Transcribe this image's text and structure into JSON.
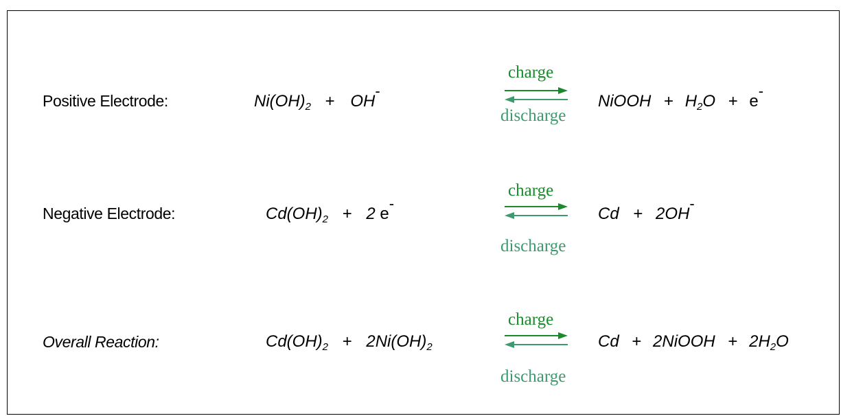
{
  "colors": {
    "charge": "#1a8a2c",
    "discharge": "#3c9a6e",
    "frame": "#000000"
  },
  "reactions": [
    {
      "label": "Positive Electrode:",
      "label_style": "normal",
      "reactants": [
        "Ni(OH)",
        "2",
        "+",
        "OH",
        "-"
      ],
      "products": [
        "NiOOH",
        "+",
        "H",
        "2",
        "O",
        "+",
        "e",
        "-"
      ],
      "charge_label": "charge",
      "discharge_label": "discharge"
    },
    {
      "label": "Negative Electrode:",
      "label_style": "normal",
      "reactants": [
        "Cd(OH)",
        "2",
        "+",
        "2",
        "e",
        "-"
      ],
      "products": [
        "Cd",
        "+",
        "2OH",
        "-"
      ],
      "charge_label": "charge",
      "discharge_label": "discharge"
    },
    {
      "label": "Overall Reaction:",
      "label_style": "italic",
      "reactants": [
        "Cd(OH)",
        "2",
        "+",
        "2Ni(OH)",
        "2"
      ],
      "products": [
        "Cd",
        "+",
        "2NiOOH",
        "+",
        "2H",
        "2",
        "O"
      ],
      "charge_label": "charge",
      "discharge_label": "discharge"
    }
  ]
}
